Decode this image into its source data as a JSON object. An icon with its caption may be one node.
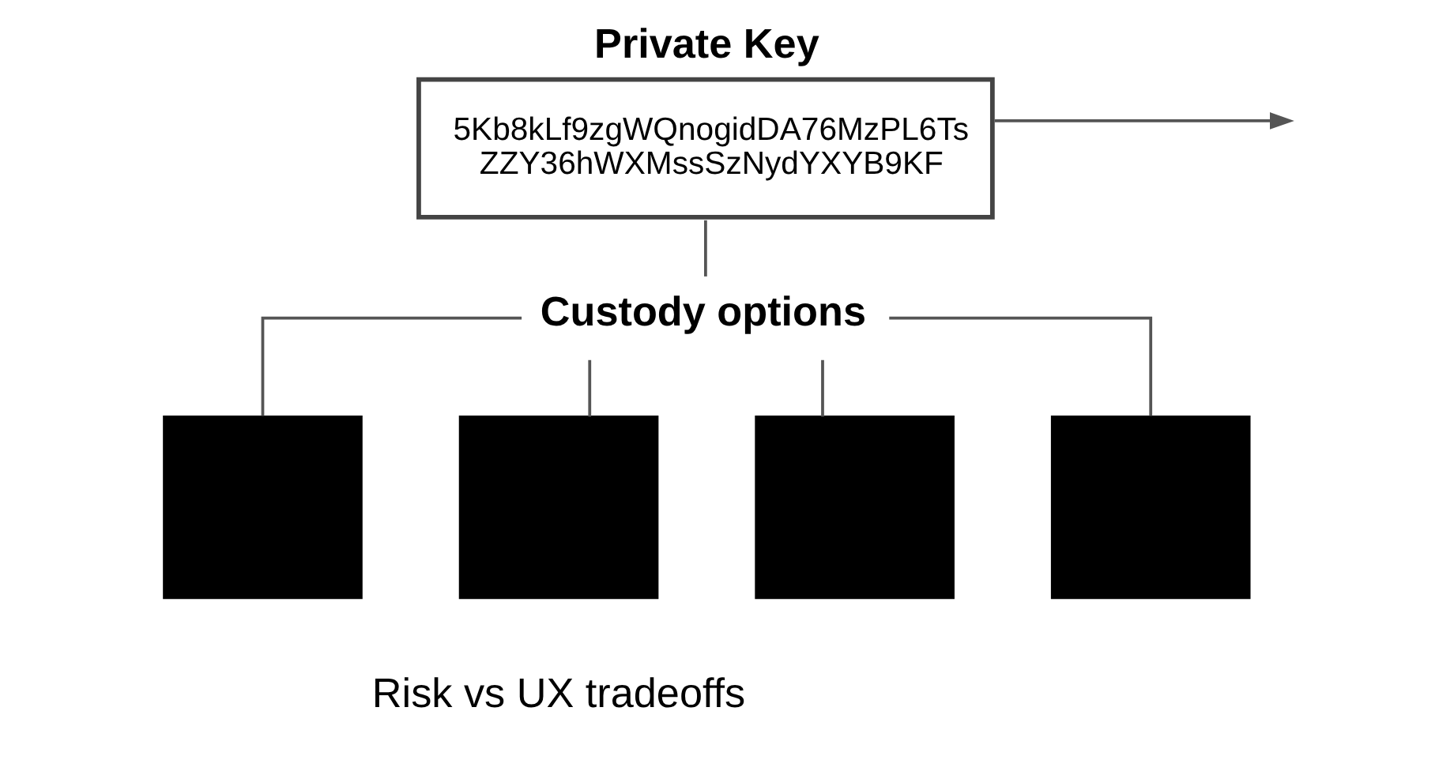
{
  "diagram": {
    "nodes": [
      {
        "text": [
          "Private Key",
          "5Kb8kLf9zgWQnogidDA76MzPL6Ts ZZY36hWXMssSzNydYXYB9KF"
        ]
      },
      {
        "text": [
          "Custody options"
        ]
      },
      {
        "text": [],
        "shape": "box"
      },
      {
        "text": [],
        "shape": "box"
      },
      {
        "text": [],
        "shape": "box"
      },
      {
        "text": [],
        "shape": "box"
      }
    ],
    "edges": [
      {
        "from": 0,
        "to": null,
        "arrow": "to"
      },
      {
        "from": 0,
        "to": 1,
        "arrow": "none"
      },
      {
        "from": 1,
        "to": 2,
        "arrow": "none"
      },
      {
        "from": 1,
        "to": 3,
        "arrow": "none"
      },
      {
        "from": 1,
        "to": 4,
        "arrow": "none"
      },
      {
        "from": 1,
        "to": 5,
        "arrow": "none"
      }
    ],
    "labels": [
      "Risk vs UX tradeoffs"
    ]
  }
}
